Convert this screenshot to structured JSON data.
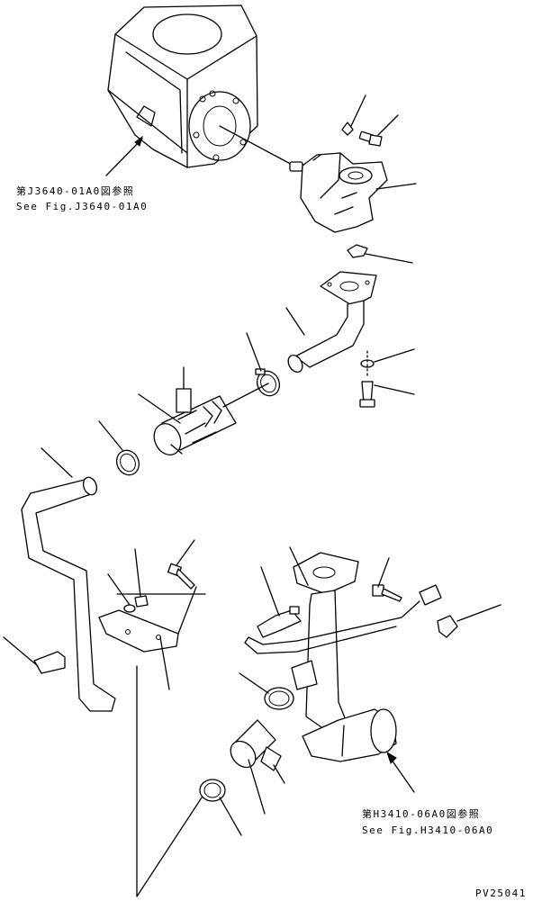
{
  "references": {
    "top_left_jp": "第J3640-01A0図参照",
    "top_left_en": "See Fig.J3640-01A0",
    "bottom_right_jp": "第H3410-06A0図参照",
    "bottom_right_en": "See Fig.H3410-06A0"
  },
  "drawing_number": "PV25041"
}
